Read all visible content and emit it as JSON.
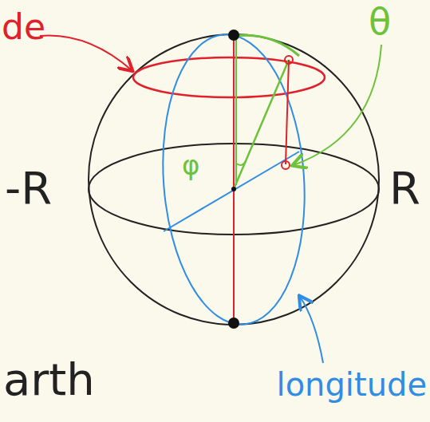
{
  "diagram": {
    "labels": [
      "de",
      "θ",
      "φ",
      "-R",
      "R",
      "arth",
      "longitude"
    ]
  }
}
